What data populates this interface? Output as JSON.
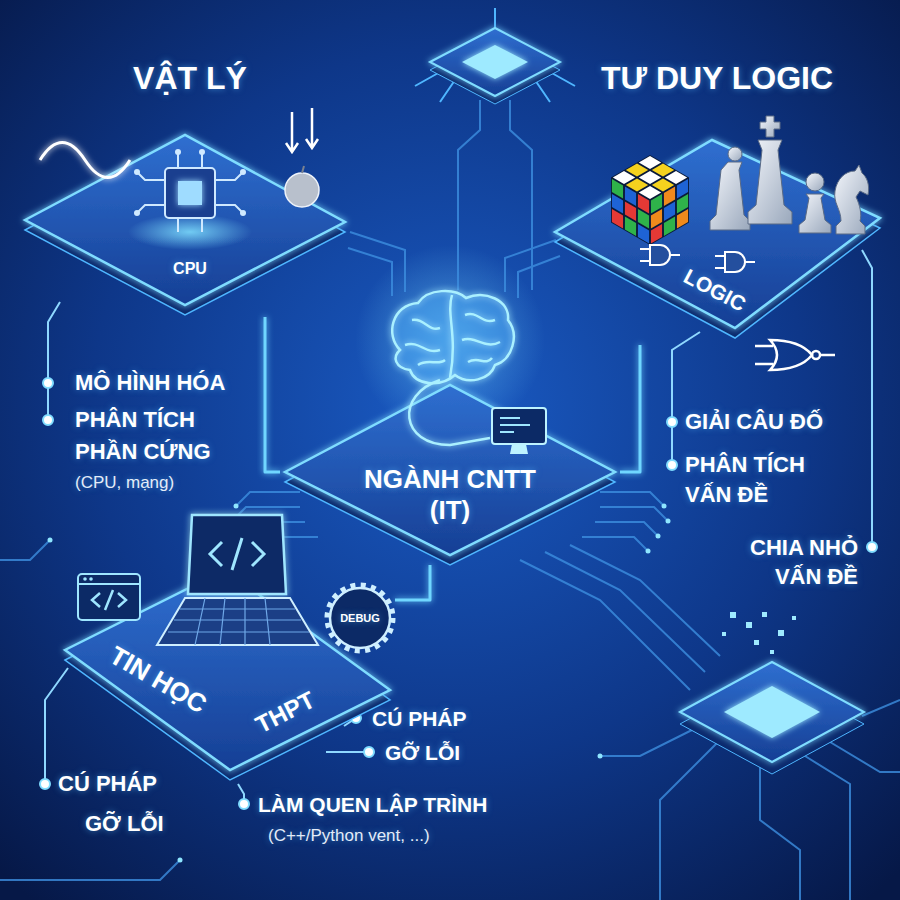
{
  "diagram": {
    "nodes": [
      {
        "text": [
          "VẬT LÝ",
          "CPU"
        ]
      },
      {
        "text": [
          "TƯ DUY LOGIC",
          "LOGIC"
        ]
      },
      {
        "text": [
          "NGÀNH CNTT (IT)"
        ]
      },
      {
        "text": [
          "TIN HỌC",
          "THPT"
        ]
      }
    ],
    "edges": [
      {
        "from": 0,
        "to": 2,
        "arrow": "none"
      },
      {
        "from": 1,
        "to": 2,
        "arrow": "none"
      },
      {
        "from": 3,
        "to": 2,
        "arrow": "none"
      }
    ],
    "labels": [
      "MÔ HÌNH HÓA",
      "PHÂN TÍCH PHẦN CỨNG",
      "(CPU, mạng)",
      "GIẢI CÂU ĐỐ",
      "PHÂN TÍCH VẤN ĐỀ",
      "CHIA NHỎ VẤN ĐỀ",
      "CÚ PHÁP",
      "GỠ LỖI",
      "CÚ PHÁP",
      "GỠ LỖI",
      "LÀM QUEN LẬP TRÌNH",
      "(C++/Python vent, ...)",
      "DEBUG"
    ]
  }
}
